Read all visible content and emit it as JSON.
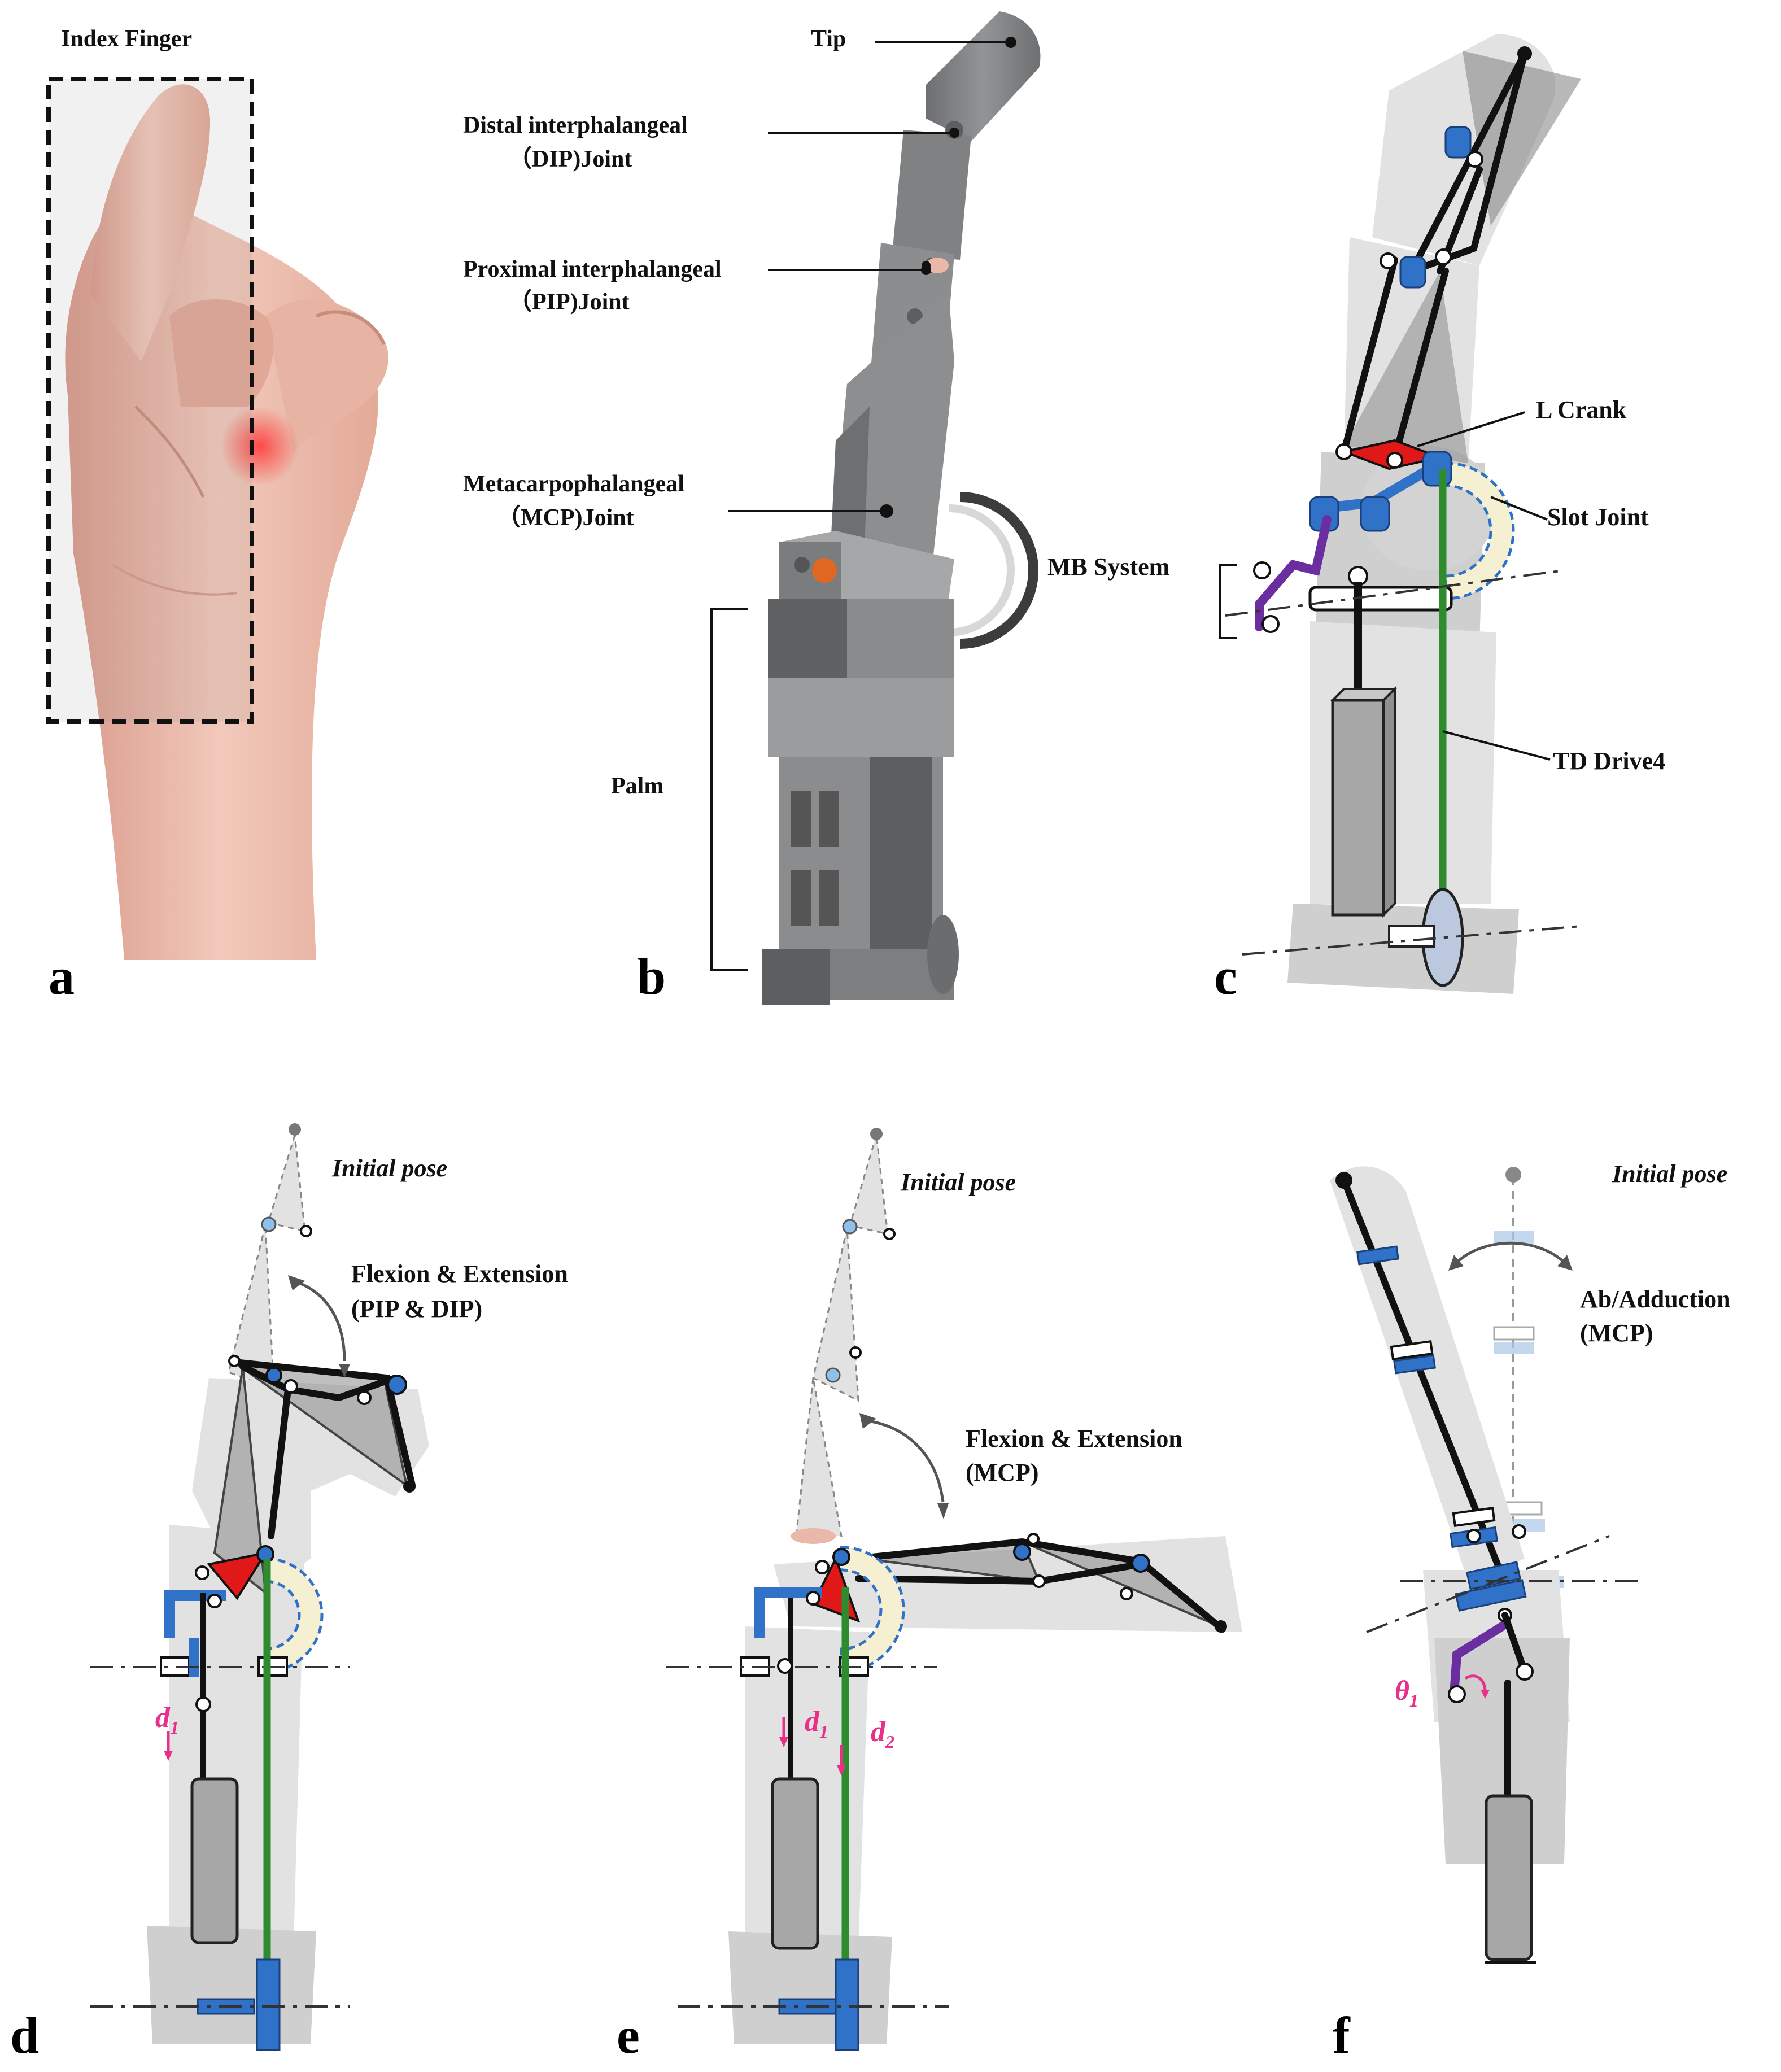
{
  "panels": {
    "a": {
      "letter": "a",
      "title": "Index Finger"
    },
    "b": {
      "letter": "b",
      "labels": {
        "tip": "Tip",
        "dip_line1": "Distal interphalangeal",
        "dip_line2": "（DIP)Joint",
        "pip_line1": "Proximal interphalangeal",
        "pip_line2": "（PIP)Joint",
        "mcp_line1": "Metacarpophalangeal",
        "mcp_line2": "（MCP)Joint",
        "palm": "Palm"
      }
    },
    "c": {
      "letter": "c",
      "labels": {
        "l_crank": "L Crank",
        "slot_joint": "Slot Joint",
        "mb_system": "MB System",
        "td_drive": "TD Drive4"
      }
    },
    "d": {
      "letter": "d",
      "initial_pose": "Initial pose",
      "motion_line1": "Flexion & Extension",
      "motion_line2": "(PIP & DIP)",
      "sym_d": "d",
      "sym_d_sub": "1"
    },
    "e": {
      "letter": "e",
      "initial_pose": "Initial pose",
      "motion_line1": "Flexion & Extension",
      "motion_line2": "(MCP)",
      "sym_d1": "d",
      "sym_d1_sub": "1",
      "sym_d2": "d",
      "sym_d2_sub": "2"
    },
    "f": {
      "letter": "f",
      "initial_pose": "Initial pose",
      "motion_line1": "Ab/Adduction",
      "motion_line2": "(MCP)",
      "sym_theta": "θ",
      "sym_theta_sub": "1"
    }
  },
  "colors": {
    "link_blue": "#2f72c8",
    "crank_red": "#e01818",
    "tendon_green": "#2e8b2e",
    "linkage_purple": "#6a2ea0",
    "symbol_magenta": "#e8308a",
    "body_grey": "#e2e2e2",
    "part_dark_grey": "#7a7c7e",
    "skin": "#e9b8a8"
  }
}
